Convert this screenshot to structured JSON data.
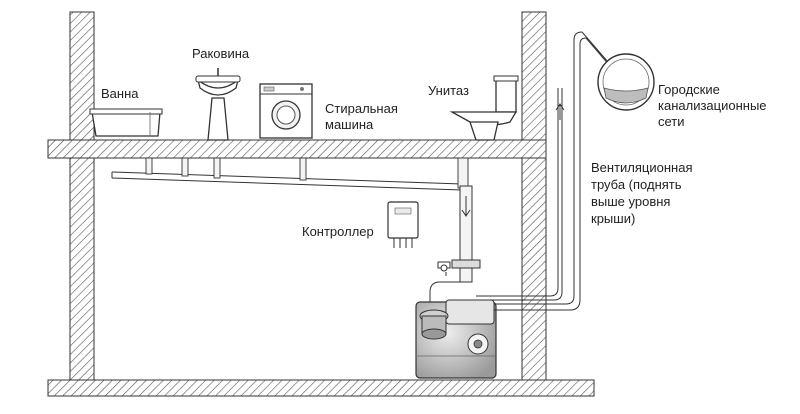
{
  "labels": {
    "bathtub": "Ванна",
    "sink": "Раковина",
    "washer_line1": "Стиральная",
    "washer_line2": "машина",
    "toilet": "Унитаз",
    "city_line1": "Городские",
    "city_line2": "канализационные",
    "city_line3": "сети",
    "vent_line1": "Вентиляционная",
    "vent_line2": "труба (поднять",
    "vent_line3": "выше уровня",
    "vent_line4": "крыши)",
    "controller": "Контроллер"
  },
  "colors": {
    "outline": "#333333",
    "hatch": "#555555",
    "pipe_fill": "#f4f4f4",
    "pump_body": "#d6d6d6"
  }
}
